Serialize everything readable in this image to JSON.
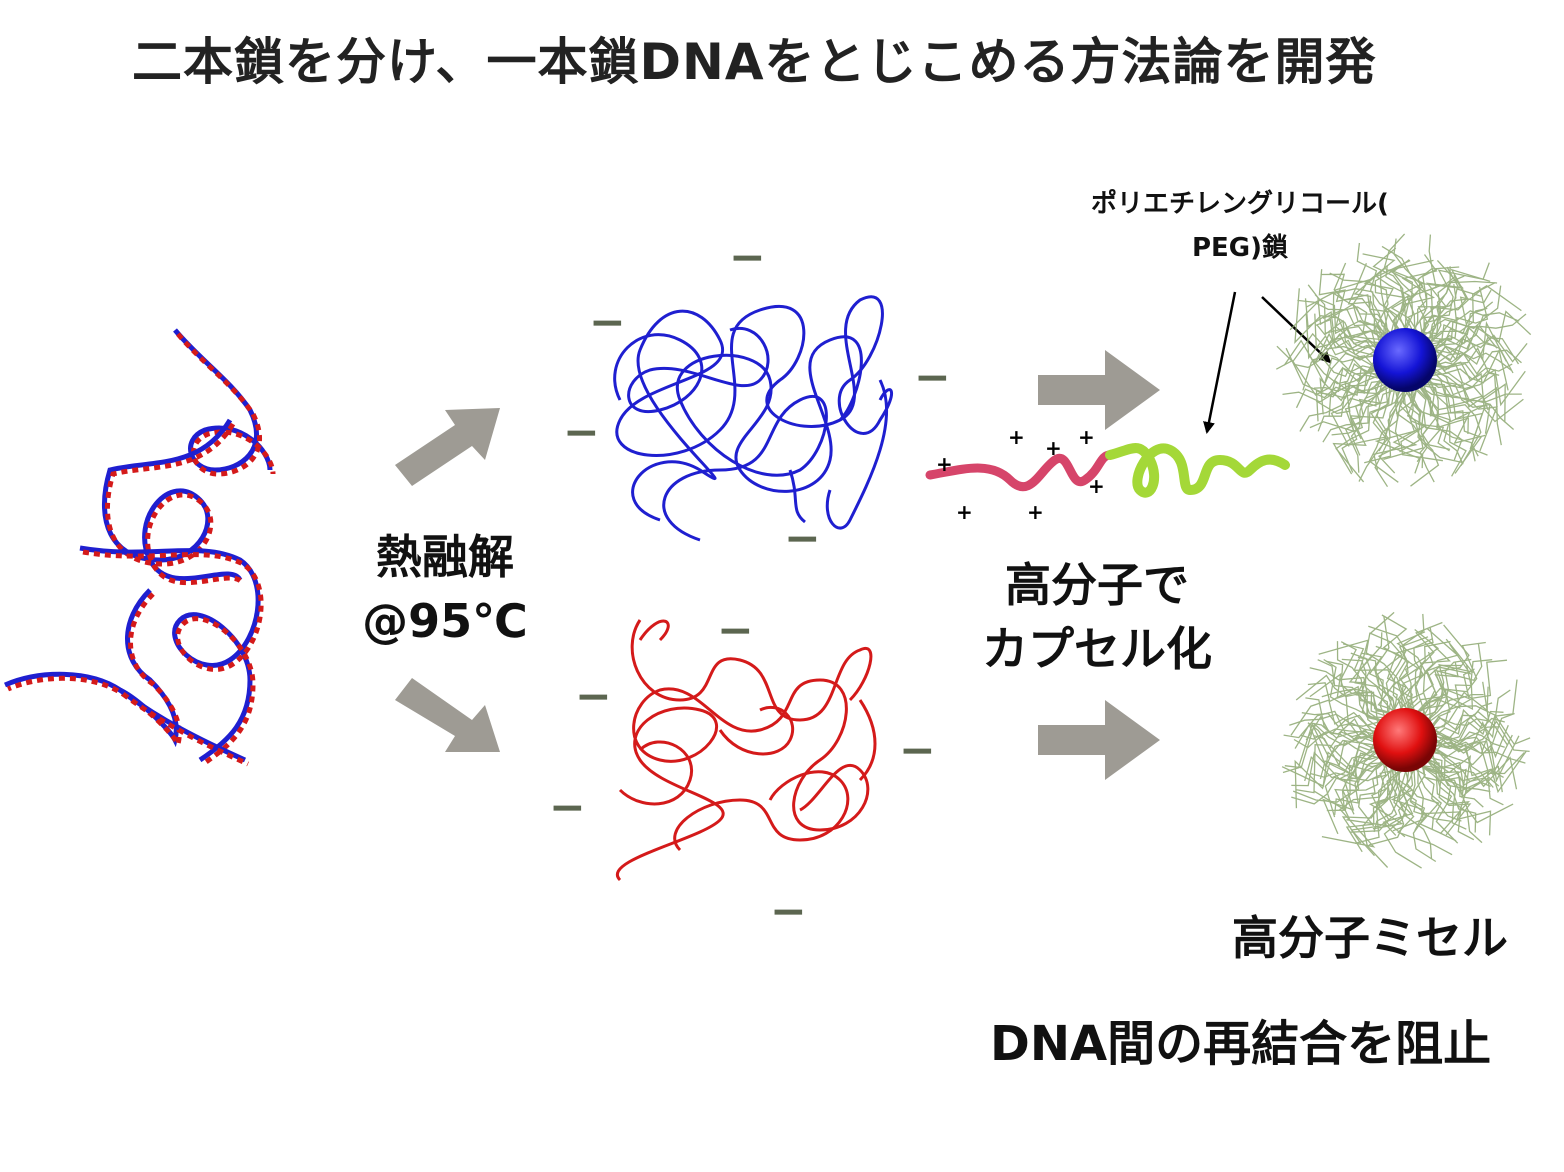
{
  "title": "二本鎖を分け、一本鎖DNAをとじこめる方法論を開発",
  "heat_label": {
    "line1": "熱融解",
    "line2": "@95℃"
  },
  "encap_label": {
    "line1": "高分子で",
    "line2": "カプセル化"
  },
  "peg_label": {
    "line1": "ポリエチレングリコール(",
    "line2": "PEG)鎖"
  },
  "micelle_label": "高分子ミセル",
  "block_label": "DNA間の再結合を阻止",
  "symbols": {
    "minus": "−",
    "plus": "+"
  },
  "colors": {
    "strand_blue": "#1f1fd0",
    "strand_red": "#d41a1a",
    "arrow_gray": "#9e9b94",
    "minus_olive": "#5c6650",
    "peg_green": "#8da870",
    "polycation_pink": "#d6456a",
    "peg_yellow_green": "#a4d838"
  }
}
